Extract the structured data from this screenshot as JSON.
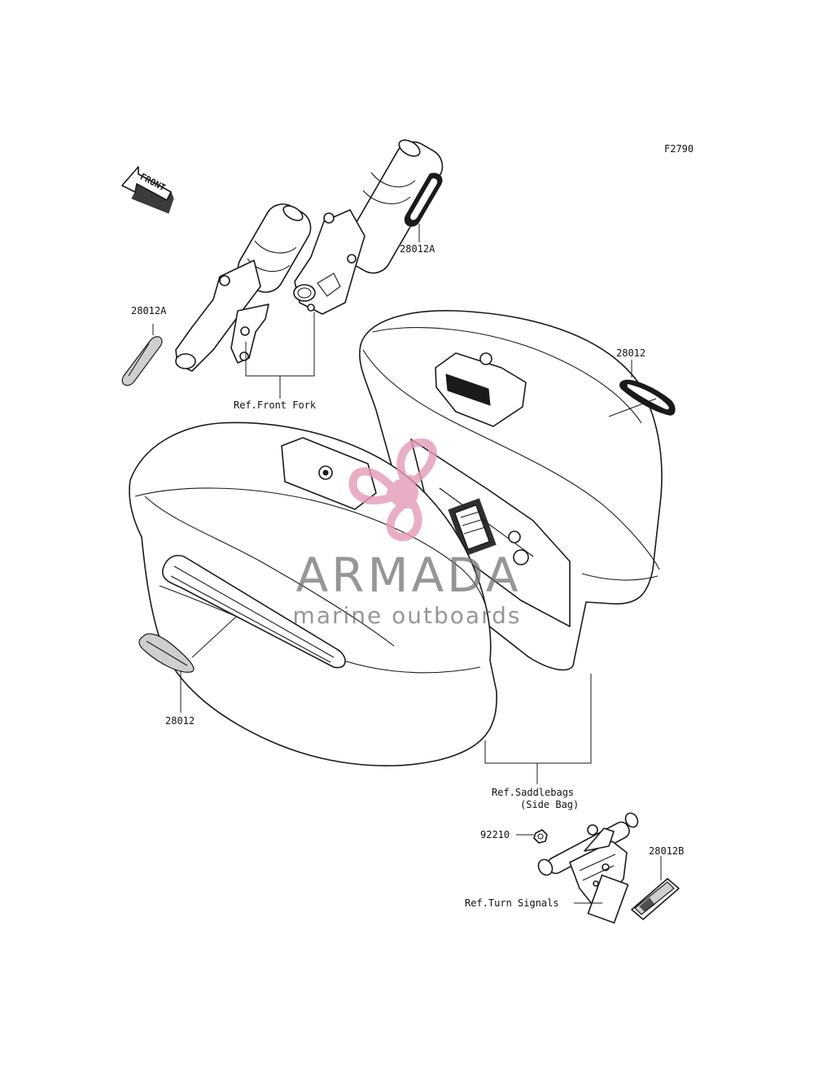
{
  "diagram_code": "F2790",
  "front_arrow_label": "FRONT",
  "labels": {
    "fork_right_part": "28012A",
    "fork_left_part": "28012A",
    "ref_front_fork": "Ref.Front Fork",
    "bag_right_part": "28012",
    "bag_left_part": "28012",
    "ref_saddlebags_line1": "Ref.Saddlebags",
    "ref_saddlebags_line2": "(Side Bag)",
    "nut_part": "92210",
    "turn_signal_part": "28012B",
    "ref_turn_signals": "Ref.Turn Signals"
  },
  "watermark": {
    "brand": "ARMADA",
    "tagline": "marine outboards",
    "logo_color": "#e39ab8",
    "text_color": "#6e6e6e"
  }
}
